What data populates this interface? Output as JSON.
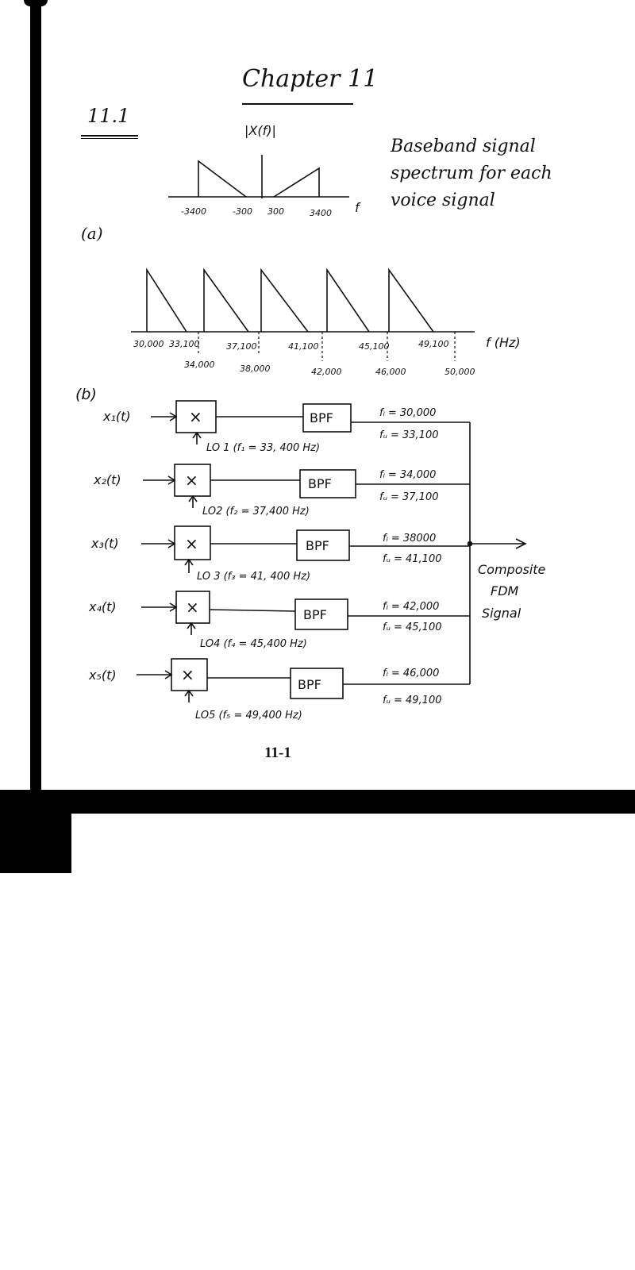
{
  "heading": {
    "chapter": "Chapter 11",
    "section": "11.1"
  },
  "note": "Baseband signal spectrum for each voice signal",
  "part_a": {
    "label": "(a)",
    "baseband": {
      "ylabel": "|X(f)|",
      "axis_label": "f",
      "ticks": [
        "-3400",
        "-300",
        "300",
        "3400"
      ]
    },
    "spectrum": {
      "axis_label": "f (Hz)",
      "upper_ticks": [
        "30,000",
        "33,100",
        "37,100",
        "41,100",
        "45,100",
        "49,100"
      ],
      "lower_ticks": [
        "34,000",
        "38,000",
        "42,000",
        "46,000",
        "50,000"
      ]
    }
  },
  "part_b": {
    "label": "(b)",
    "channels": [
      {
        "input": "x₁(t)",
        "mixer": "×",
        "lo": "LO 1 (f₁ = 33, 400 Hz)",
        "filter": "BPF",
        "fl": "fₗ = 30,000",
        "fu": "fᵤ = 33,100"
      },
      {
        "input": "x₂(t)",
        "mixer": "×",
        "lo": "LO2 (f₂ = 37,400 Hz)",
        "filter": "BPF",
        "fl": "fₗ = 34,000",
        "fu": "fᵤ = 37,100"
      },
      {
        "input": "x₃(t)",
        "mixer": "×",
        "lo": "LO 3 (f₃ = 41, 400 Hz)",
        "filter": "BPF",
        "fl": "fₗ = 38000",
        "fu": "fᵤ = 41,100"
      },
      {
        "input": "x₄(t)",
        "mixer": "×",
        "lo": "LO4 (f₄ = 45,400 Hz)",
        "filter": "BPF",
        "fl": "fₗ = 42,000",
        "fu": "fᵤ = 45,100"
      },
      {
        "input": "x₅(t)",
        "mixer": "×",
        "lo": "LO5 (f₅ = 49,400 Hz)",
        "filter": "BPF",
        "fl": "fₗ = 46,000",
        "fu": "fᵤ = 49,100"
      }
    ],
    "output_label": [
      "Composite",
      "FDM",
      "Signal"
    ]
  },
  "page_number": "11-1"
}
